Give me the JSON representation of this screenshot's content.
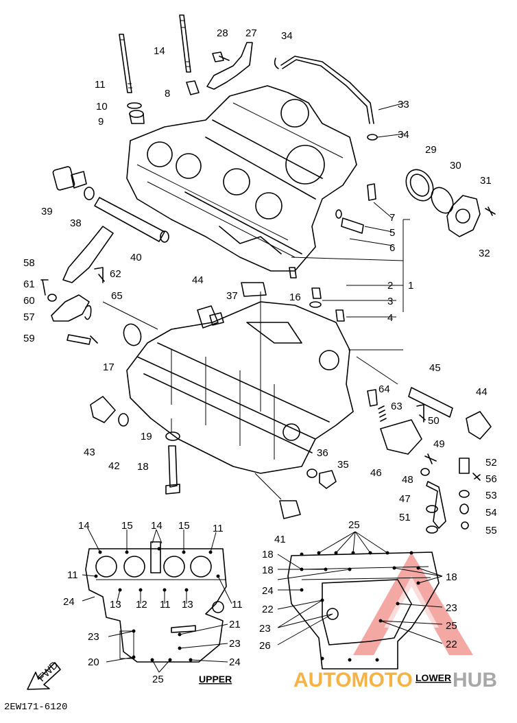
{
  "part_labels": [
    "1",
    "2",
    "3",
    "4",
    "5",
    "6",
    "7",
    "8",
    "9",
    "10",
    "11",
    "12",
    "13",
    "14",
    "15",
    "16",
    "17",
    "18",
    "19",
    "20",
    "21",
    "22",
    "23",
    "24",
    "25",
    "26",
    "27",
    "28",
    "29",
    "30",
    "31",
    "32",
    "33",
    "34",
    "35",
    "36",
    "37",
    "38",
    "39",
    "40",
    "41",
    "42",
    "43",
    "44",
    "45",
    "46",
    "47",
    "48",
    "49",
    "50",
    "51",
    "52",
    "53",
    "54",
    "55",
    "56",
    "57",
    "58",
    "59",
    "60",
    "61",
    "62",
    "63",
    "64",
    "65"
  ],
  "inset_upper_labels": [
    "14",
    "15",
    "14",
    "15",
    "11",
    "11",
    "24",
    "13",
    "12",
    "11",
    "13",
    "11",
    "23",
    "21",
    "23",
    "20",
    "24",
    "25"
  ],
  "inset_lower_labels": [
    "25",
    "18",
    "18",
    "18",
    "24",
    "22",
    "23",
    "26",
    "23",
    "25",
    "22"
  ],
  "captions": {
    "upper": "UPPER",
    "lower": "LOWER",
    "fwd": "FWD"
  },
  "diagram_code": "2EW171-6120",
  "watermark": {
    "part1": "AUTOMOTO",
    "part2": "HUB",
    "color_red": "#e8453c",
    "color_orange": "#f5a623",
    "color_gray": "#9a9a9a"
  }
}
